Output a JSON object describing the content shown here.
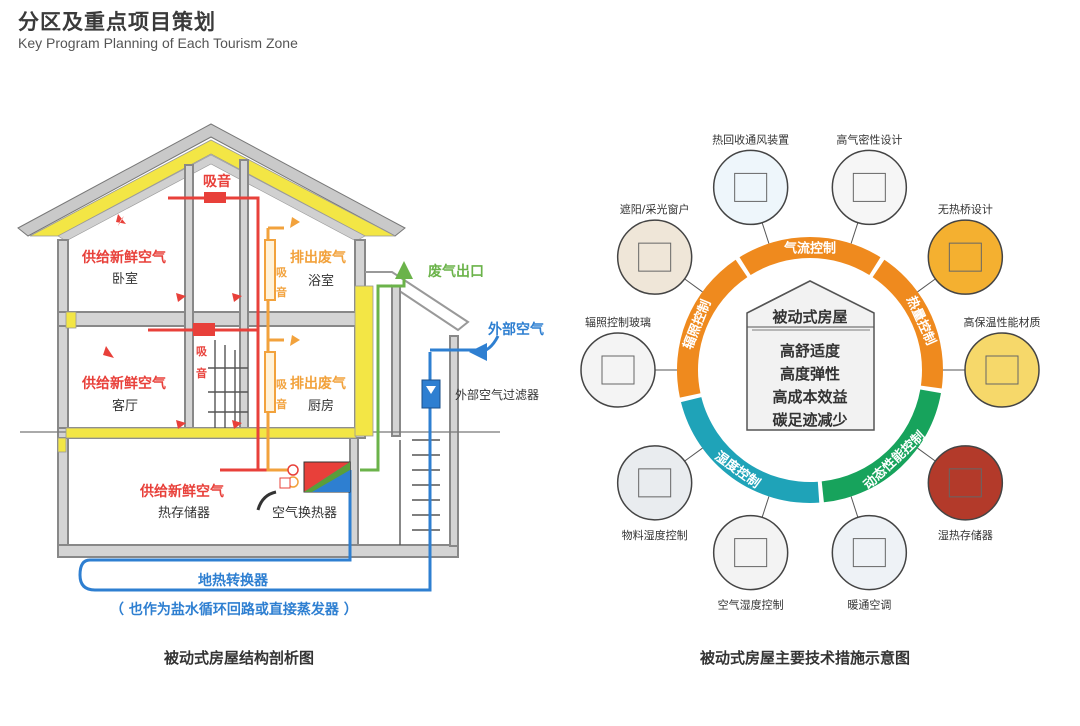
{
  "header": {
    "title": "分区及重点项目策划",
    "subtitle": "Key Program Planning of Each Tourism Zone"
  },
  "house": {
    "caption": "被动式房屋结构剖析图",
    "absorb_top": "吸音",
    "absorb_mid_vertical": [
      "吸",
      "音"
    ],
    "absorb_left_vertical": [
      "吸",
      "音"
    ],
    "supply_air_1": "供给新鲜空气",
    "room_bedroom": "卧室",
    "supply_air_2": "供给新鲜空气",
    "room_living": "客厅",
    "exhaust_1": "排出废气",
    "room_bath": "浴室",
    "exhaust_2": "排出废气",
    "room_kitchen": "厨房",
    "waste_outlet": "废气出口",
    "outside_air": "外部空气",
    "outside_filter": "外部空气过滤器",
    "supply_air_3": "供给新鲜空气",
    "heat_storage": "热存储器",
    "heat_exchanger": "空气换热器",
    "ground_exchanger": "地热转换器",
    "ground_note": "（ 也作为盐水循环回路或直接蒸发器 ）",
    "colors": {
      "red": "#e8403a",
      "orange": "#f2a23c",
      "blue": "#2e7fd1",
      "green": "#6bb34a",
      "yellow": "#f3e645"
    }
  },
  "tech": {
    "caption": "被动式房屋主要技术措施示意图",
    "center_title": "被动式房屋",
    "center_items": [
      "高舒适度",
      "高度弹性",
      "高成本效益",
      "碳足迹减少"
    ],
    "ring_labels": [
      "气流控制",
      "热量控制",
      "动态性能控制",
      "湿度控制",
      "辐照控制"
    ],
    "items": [
      {
        "label": "热回收通风装置",
        "icon": "heat-recovery-ventilator-icon"
      },
      {
        "label": "高气密性设计",
        "icon": "airtight-design-icon"
      },
      {
        "label": "无热桥设计",
        "icon": "thermal-bridge-free-icon"
      },
      {
        "label": "高保温性能材质",
        "icon": "insulation-material-icon"
      },
      {
        "label": "湿热存储器",
        "icon": "moisture-heat-storage-icon"
      },
      {
        "label": "暖通空调",
        "icon": "hvac-icon"
      },
      {
        "label": "空气湿度控制",
        "icon": "air-humidity-icon"
      },
      {
        "label": "物料湿度控制",
        "icon": "material-humidity-icon"
      },
      {
        "label": "辐照控制玻璃",
        "icon": "radiation-control-glass-icon"
      },
      {
        "label": "遮阳/采光窗户",
        "icon": "shading-window-icon"
      }
    ],
    "colors": {
      "orange": "#ef8a1e",
      "teal": "#1fa3b8",
      "green": "#17a35c"
    }
  }
}
